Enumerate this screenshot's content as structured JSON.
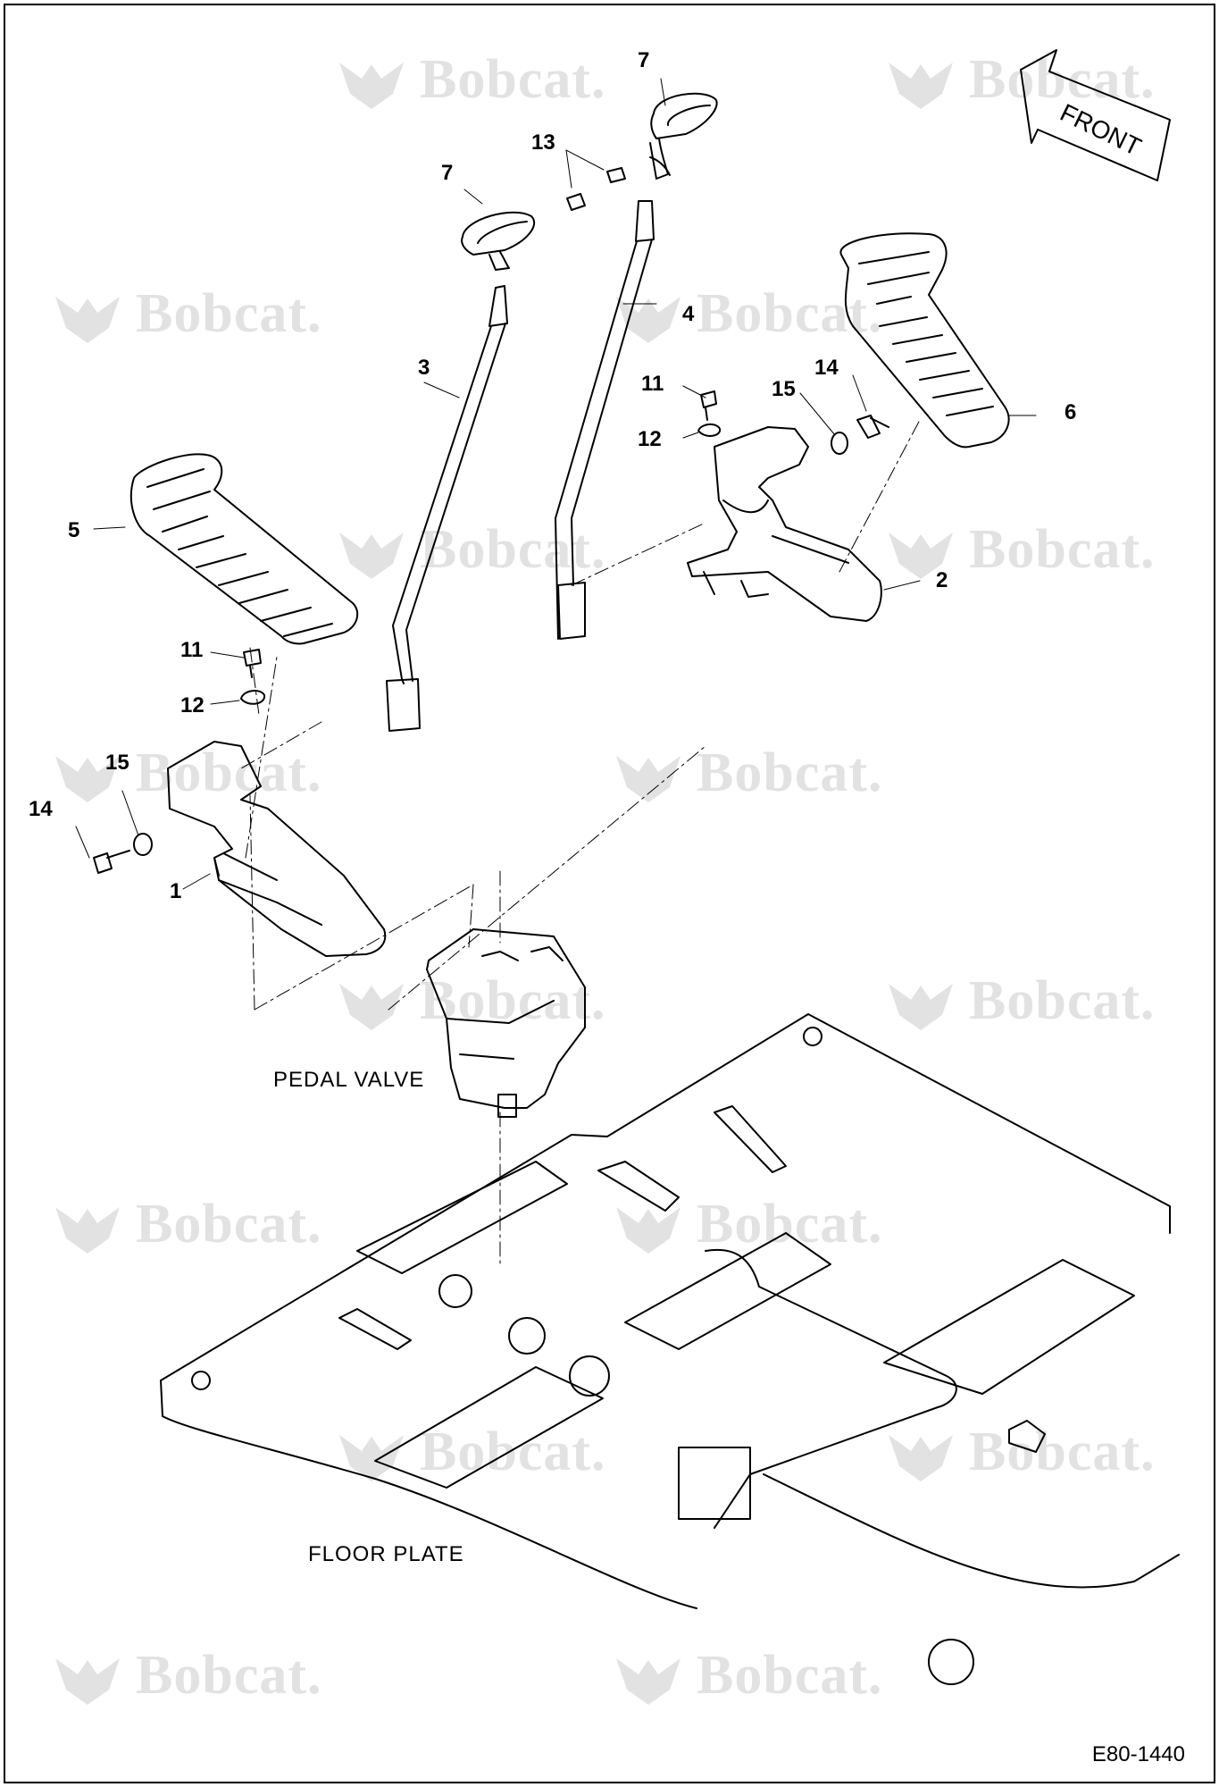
{
  "watermark": {
    "text": "Bobcat."
  },
  "direction": {
    "text": "FRONT"
  },
  "callouts": {
    "c1": "1",
    "c2": "2",
    "c3": "3",
    "c4": "4",
    "c5": "5",
    "c6": "6",
    "c7a": "7",
    "c7b": "7",
    "c11a": "11",
    "c11b": "11",
    "c12a": "12",
    "c12b": "12",
    "c13": "13",
    "c14a": "14",
    "c14b": "14",
    "c15a": "15",
    "c15b": "15"
  },
  "labels": {
    "pedal_valve": "PEDAL VALVE",
    "floor_plate": "FLOOR PLATE"
  },
  "doc_id": "E80-1440",
  "colors": {
    "line": "#000000",
    "watermark": "#e2e2e2",
    "background": "#ffffff"
  }
}
